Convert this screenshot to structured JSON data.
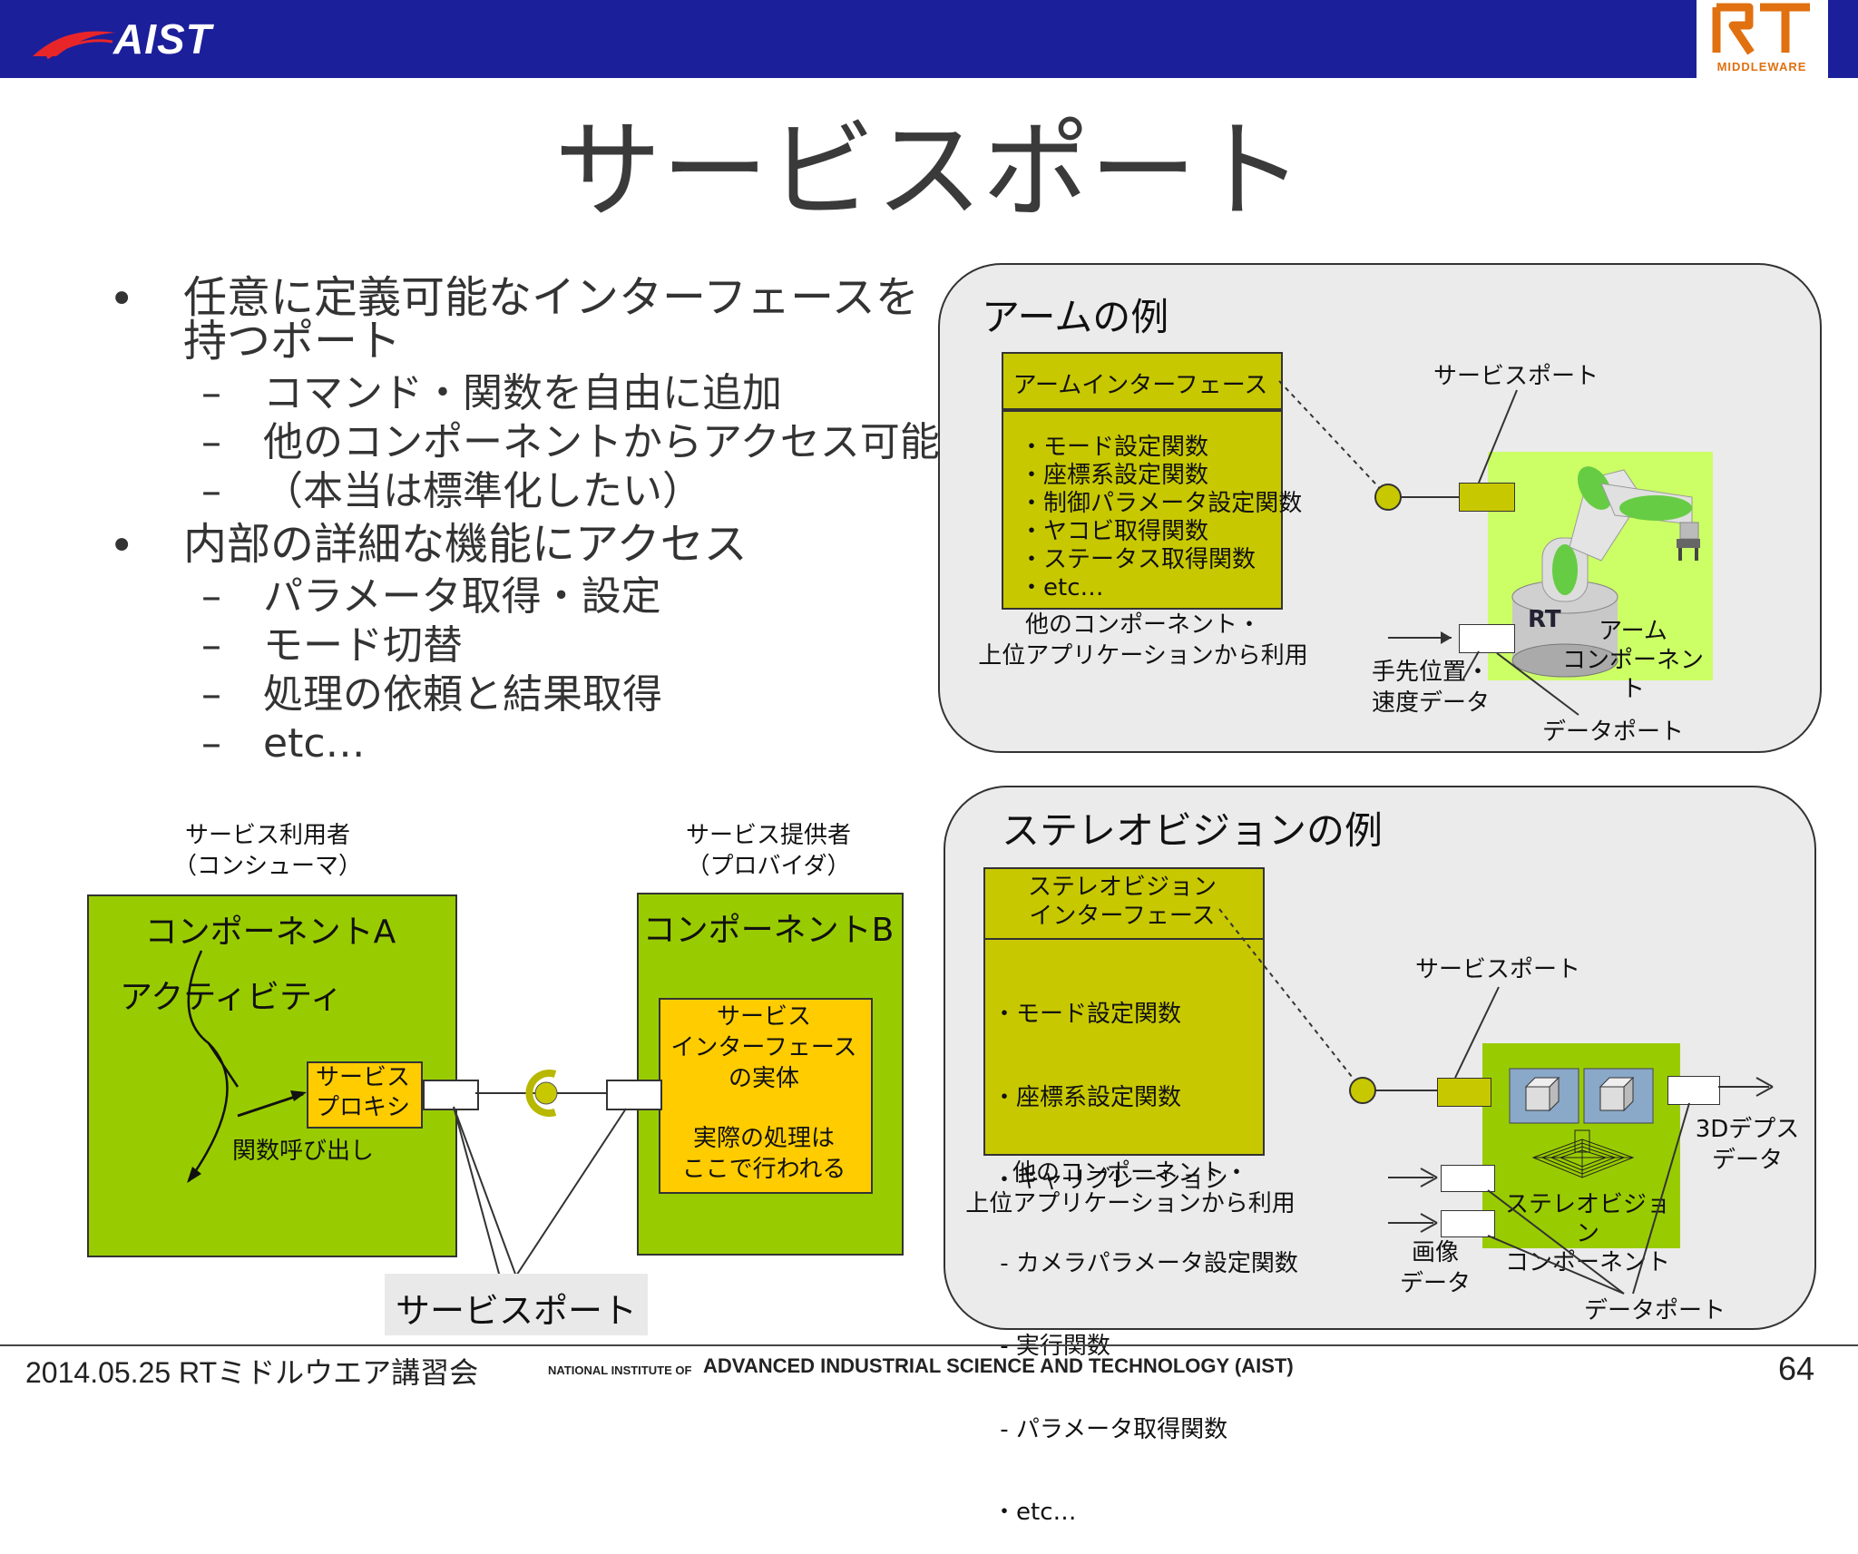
{
  "header": {
    "org_logo_text": "AIST",
    "rt_logo_text": "RT",
    "rt_logo_sub": "MIDDLEWARE",
    "bar_color": "#1c1f9a"
  },
  "slide": {
    "title": "サービスポート",
    "bullets": [
      {
        "text_line1": "任意に定義可能なインターフェースを",
        "text_line2": "持つポート",
        "subs": [
          "コマンド・関数を自由に追加",
          "他のコンポーネントからアクセス可能",
          "（本当は標準化したい）"
        ]
      },
      {
        "text_line1": "内部の詳細な機能にアクセス",
        "subs": [
          "パラメータ取得・設定",
          "モード切替",
          "処理の依頼と結果取得",
          "etc…"
        ]
      }
    ],
    "bullet_symbol": "•",
    "dash_symbol": "–"
  },
  "arm_panel": {
    "title": "アームの例",
    "interface_title": "アームインターフェース",
    "functions": [
      "・モード設定関数",
      "・座標系設定関数",
      "・制御パラメータ設定関数",
      "・ヤコビ取得関数",
      "・ステータス取得関数",
      "・etc…"
    ],
    "usage_line1": "他のコンポーネント・",
    "usage_line2": "上位アプリケーションから利用",
    "service_port_label": "サービスポート",
    "component_line1": "アーム",
    "component_line2": "コンポーネント",
    "hand_data_line1": "手先位置・",
    "hand_data_line2": "速度データ",
    "data_port_label": "データポート",
    "base_logo": "RT"
  },
  "stereo_panel": {
    "title": "ステレオビジョンの例",
    "interface_line1": "ステレオビジョン",
    "interface_line2": "インターフェース",
    "functions": [
      "・モード設定関数",
      "・座標系設定関数",
      "・キャリブレーション",
      " - カメラパラメータ設定関数",
      " - 実行関数",
      " - パラメータ取得関数",
      "・etc…"
    ],
    "usage_line1": "他のコンポーネント・",
    "usage_line2": "上位アプリケーションから利用",
    "service_port_label": "サービスポート",
    "depth_line1": "3Dデプス",
    "depth_line2": "データ",
    "component_line1": "ステレオビジョン",
    "component_line2": "コンポーネント",
    "image_line1": "画像",
    "image_line2": "データ",
    "data_port_label": "データポート"
  },
  "consumer_provider": {
    "consumer_line1": "サービス利用者",
    "consumer_line2": "（コンシューマ）",
    "provider_line1": "サービス提供者",
    "provider_line2": "（プロバイダ）",
    "component_a": "コンポーネントA",
    "component_b": "コンポーネントB",
    "activity": "アクティビティ",
    "proxy_line1": "サービス",
    "proxy_line2": "プロキシ",
    "call_label": "関数呼び出し",
    "impl_line1": "サービス",
    "impl_line2": "インターフェース",
    "impl_line3": "の実体",
    "impl_line4": "実際の処理は",
    "impl_line5": "ここで行われる",
    "service_port_label": "サービスポート"
  },
  "footer": {
    "date_event": "2014.05.25 RTミドルウエア講習会",
    "institute_prefix": "NATIONAL INSTITUTE OF",
    "institute_name": "ADVANCED INDUSTRIAL SCIENCE AND TECHNOLOGY (AIST)",
    "page_number": "64"
  }
}
